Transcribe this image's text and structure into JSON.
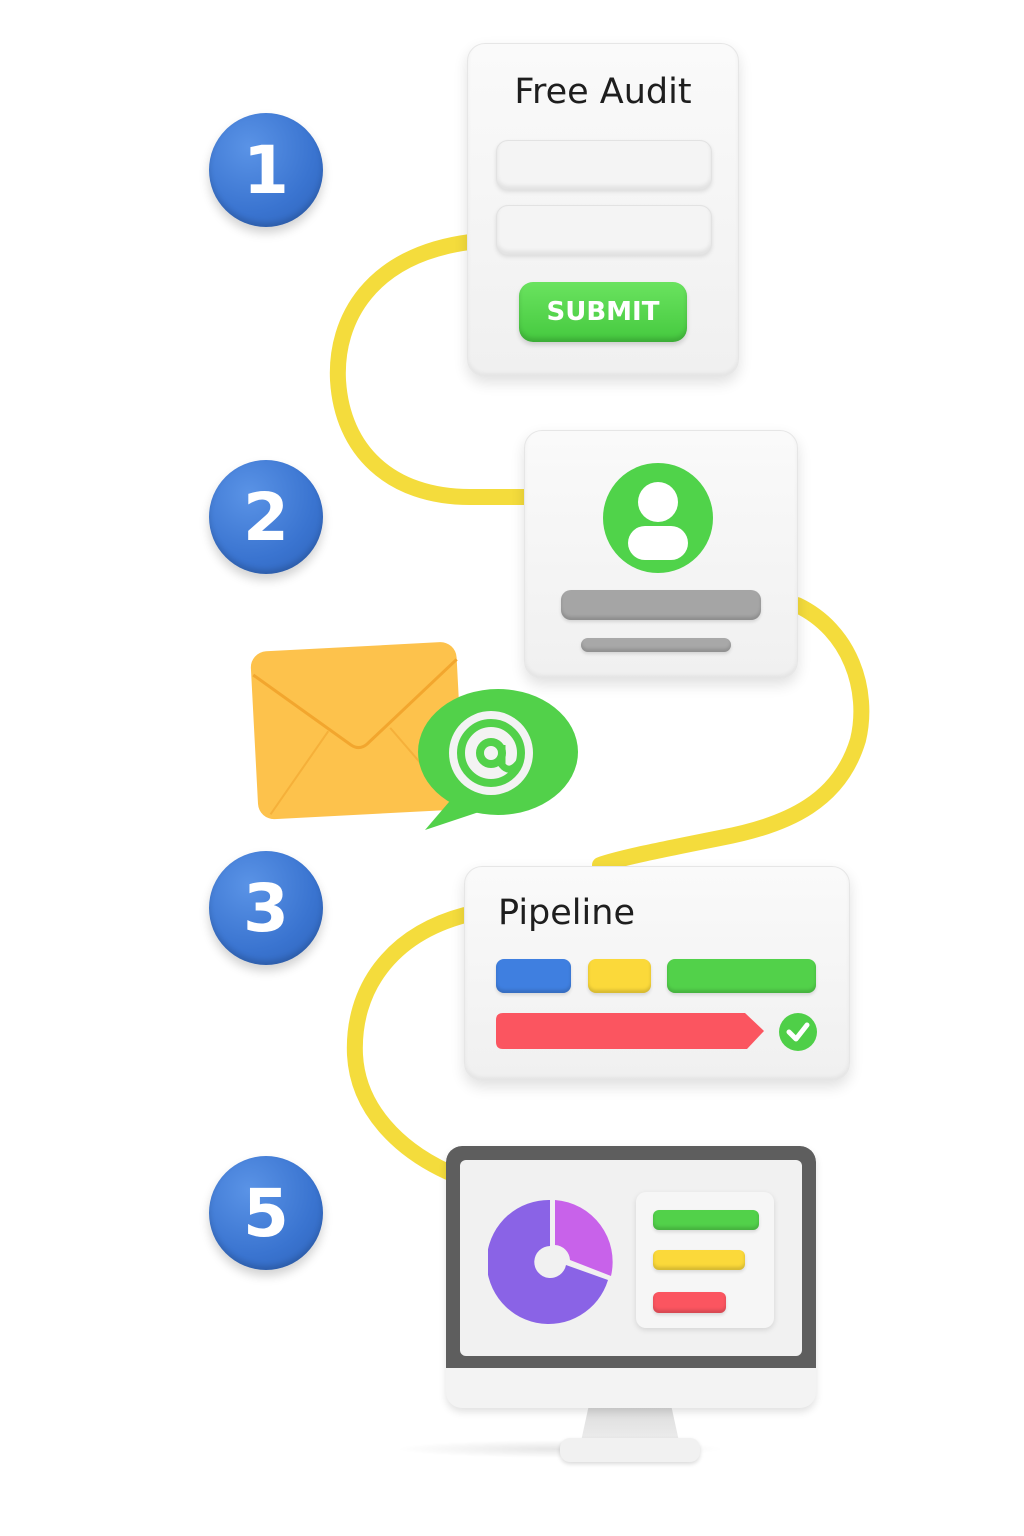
{
  "steps": [
    {
      "number": "1"
    },
    {
      "number": "2"
    },
    {
      "number": "3"
    },
    {
      "number": "5"
    }
  ],
  "audit_form": {
    "title": "Free Audit",
    "submit_label": "SUBMIT"
  },
  "pipeline": {
    "title": "Pipeline"
  },
  "colors": {
    "badge": "#3a74d0",
    "path": "#f5e048",
    "green": "#4fd64a",
    "blue": "#3f7fe0",
    "yellow": "#fbd93a",
    "red": "#fb5560",
    "purple": "#8a63e6",
    "violet": "#c862ea",
    "envelope": "#fdc04a"
  }
}
